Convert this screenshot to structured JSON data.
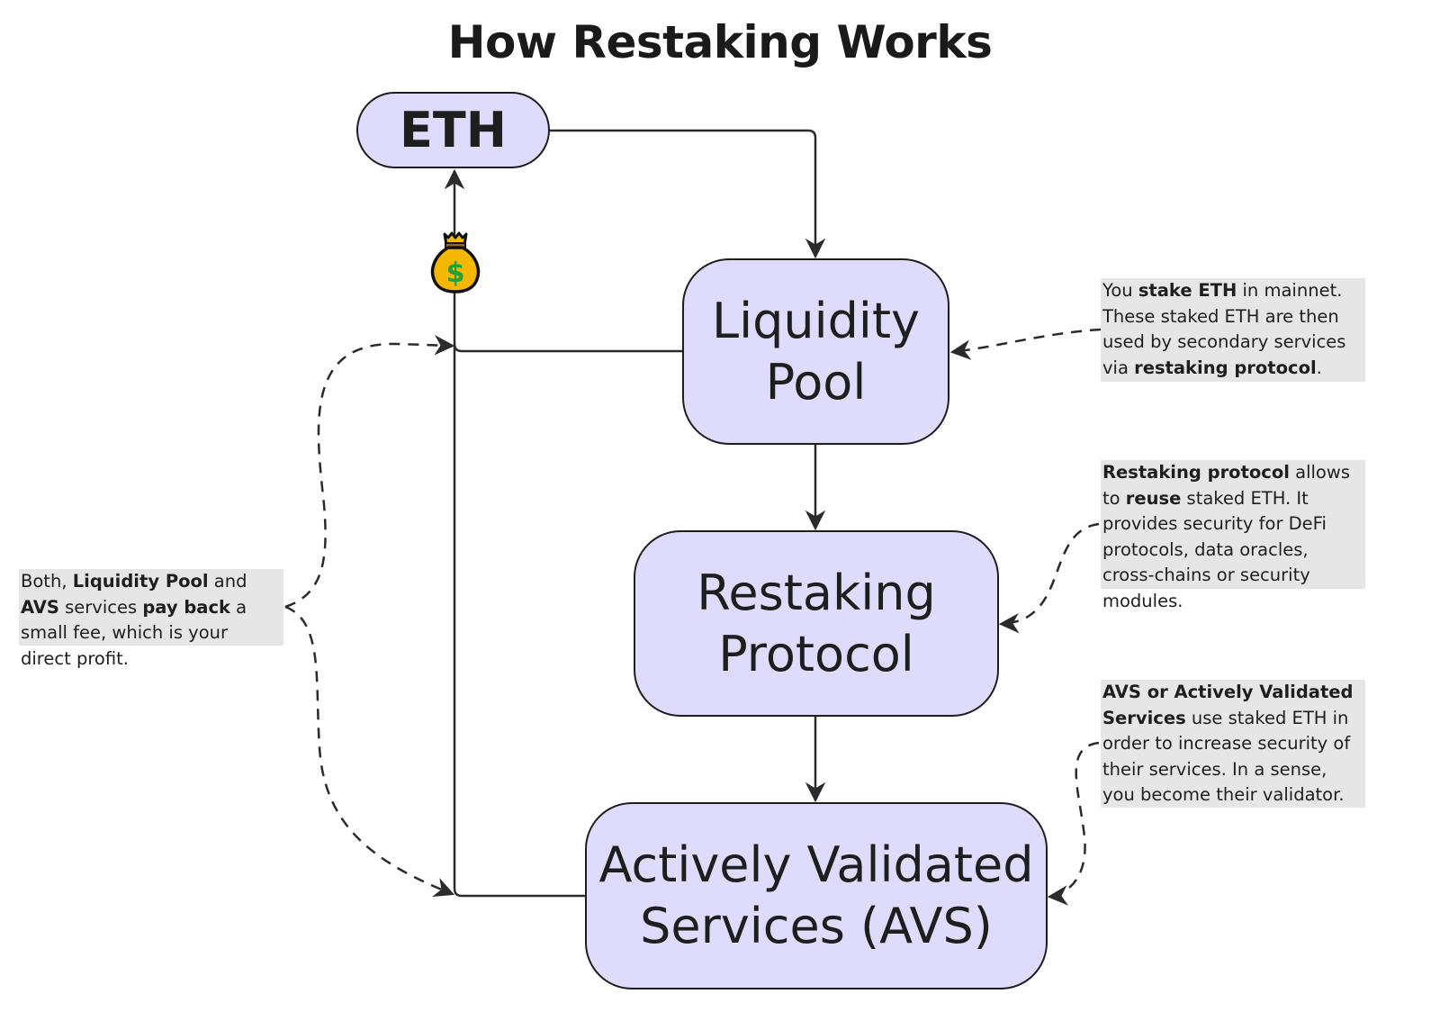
{
  "title": "How Restaking Works",
  "nodes": {
    "eth": {
      "label": "ETH"
    },
    "liquidity_pool": {
      "line1": "Liquidity",
      "line2": "Pool"
    },
    "restaking_protocol": {
      "line1": "Restaking",
      "line2": "Protocol"
    },
    "avs": {
      "line1": "Actively Validated",
      "line2": "Services (AVS)"
    }
  },
  "notes": {
    "liquidity_pool": {
      "segments": [
        {
          "t": "You ",
          "b": false
        },
        {
          "t": "stake ETH",
          "b": true
        },
        {
          "t": " in mainnet. These staked ETH are then used by secondary services via ",
          "b": false
        },
        {
          "t": "restaking protocol",
          "b": true
        },
        {
          "t": ".",
          "b": false
        }
      ]
    },
    "restaking_protocol": {
      "segments": [
        {
          "t": "Restaking protocol",
          "b": true
        },
        {
          "t": " allows to ",
          "b": false
        },
        {
          "t": "reuse",
          "b": true
        },
        {
          "t": " staked ETH. It provides security for DeFi protocols, data oracles, cross-chains or security modules.",
          "b": false
        }
      ]
    },
    "avs": {
      "segments": [
        {
          "t": "AVS or Actively Validated Services",
          "b": true
        },
        {
          "t": " use staked ETH in order to increase security of their services. In a sense, you become their validator.",
          "b": false
        }
      ]
    },
    "fee": {
      "segments": [
        {
          "t": "Both, ",
          "b": false
        },
        {
          "t": "Liquidity Pool",
          "b": true
        },
        {
          "t": " and ",
          "b": false
        },
        {
          "t": "AVS",
          "b": true
        },
        {
          "t": " services ",
          "b": false
        },
        {
          "t": "pay back",
          "b": true
        },
        {
          "t": " a small fee, which is your direct profit.",
          "b": false
        }
      ]
    }
  },
  "icons": {
    "money_bag": "money-bag-icon",
    "dollar_sign": "$"
  },
  "colors": {
    "node_fill": "#dedbfd",
    "node_stroke": "#1e1e1e",
    "note_fill": "#e6e6e6",
    "connector": "#2b2b2b",
    "bag_fill": "#f5b700",
    "dollar": "#1fa33a"
  }
}
